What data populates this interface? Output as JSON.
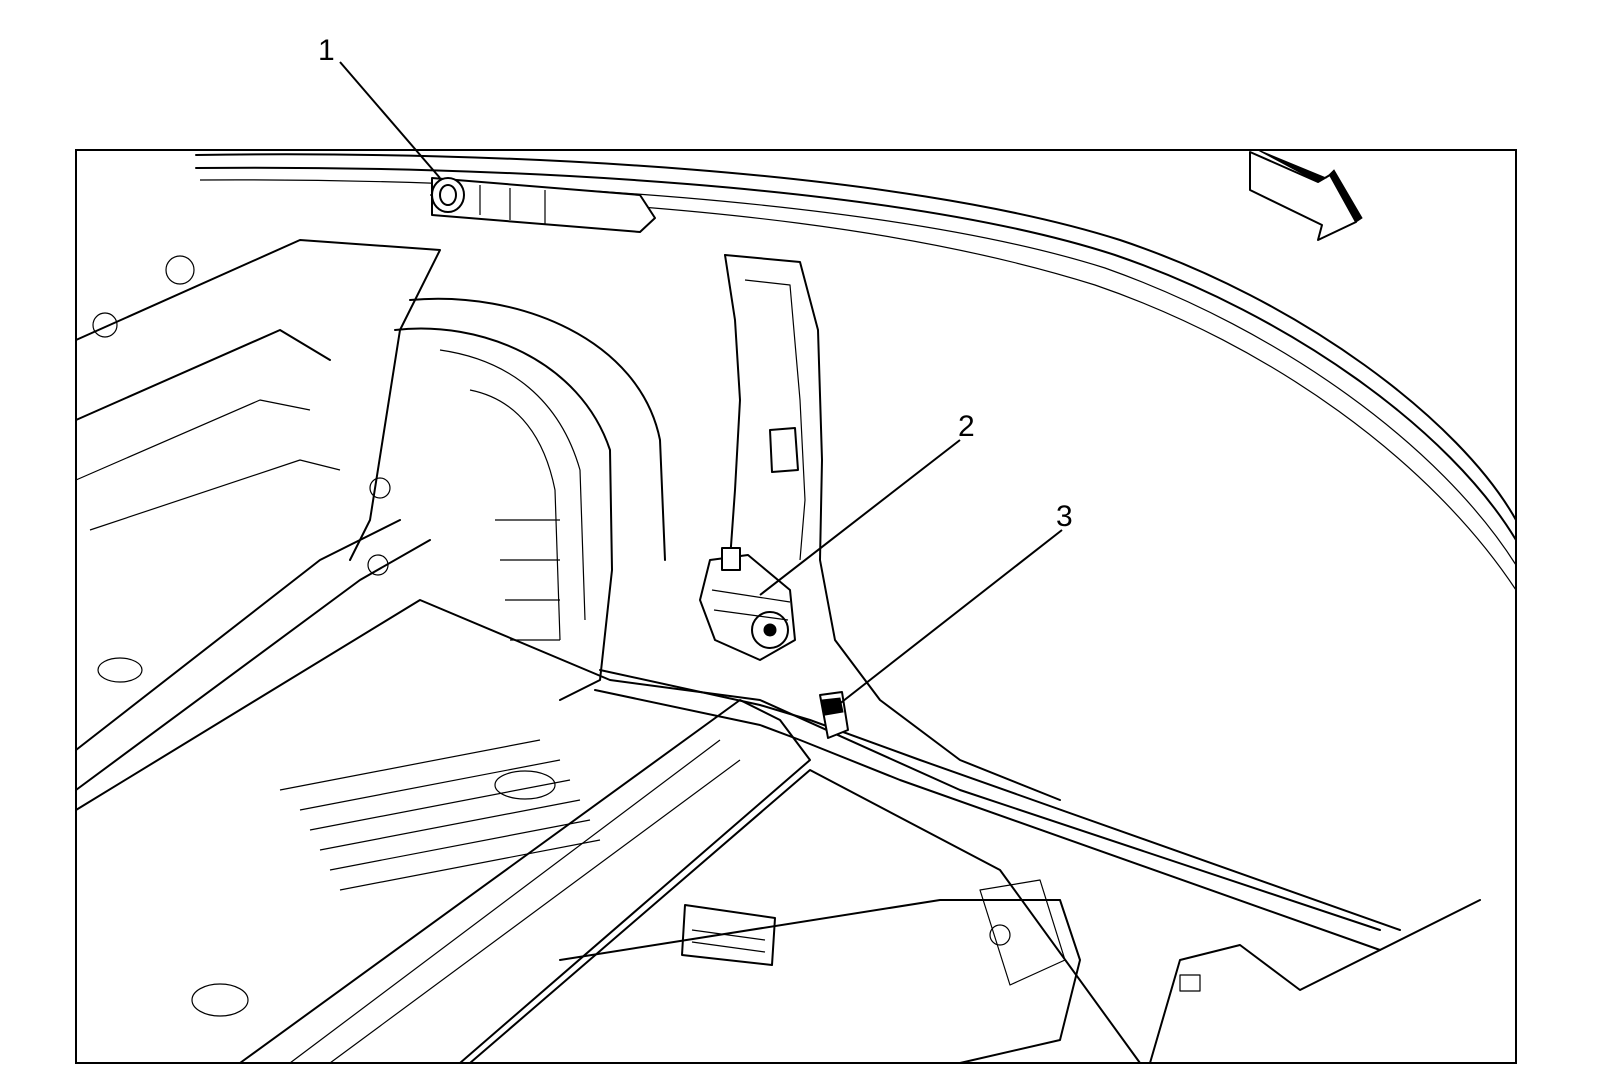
{
  "callouts": [
    {
      "id": "1",
      "label": "1"
    },
    {
      "id": "2",
      "label": "2"
    },
    {
      "id": "3",
      "label": "3"
    }
  ],
  "colors": {
    "line": "#000000",
    "background": "#ffffff"
  },
  "icons": {
    "direction": "front-arrow-icon"
  }
}
